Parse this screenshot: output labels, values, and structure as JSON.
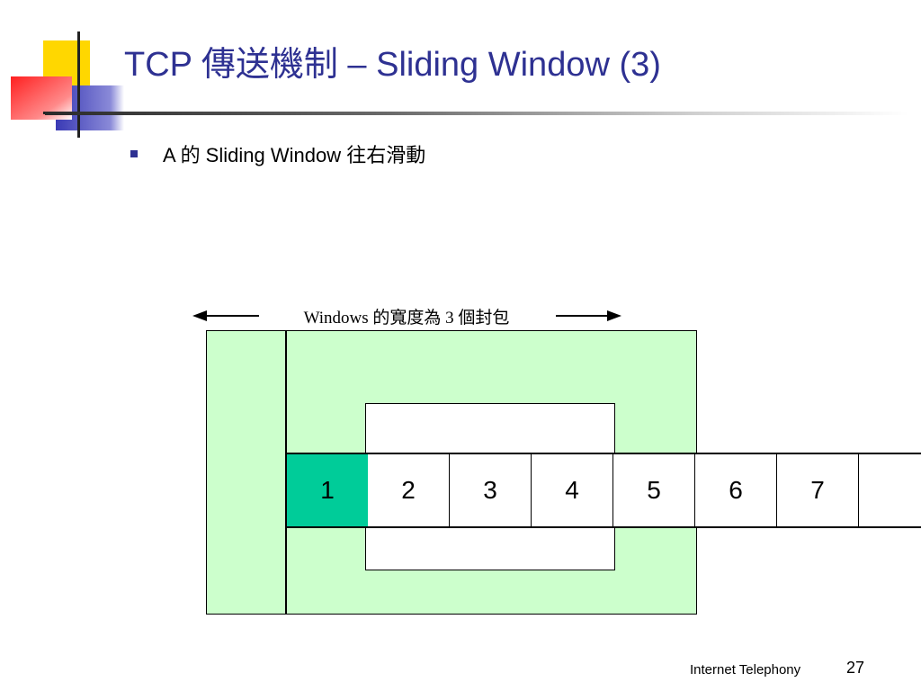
{
  "slide": {
    "title": "TCP 傳送機制 – Sliding Window (3)",
    "bullet": "A 的 Sliding Window 往右滑動"
  },
  "diagram": {
    "window_label": "Windows 的寬度為 3 個封包",
    "packets": [
      "1",
      "2",
      "3",
      "4",
      "5",
      "6",
      "7",
      ""
    ],
    "highlighted_packet": "1",
    "colors": {
      "outer_window": "#ccffcc",
      "highlight": "#00cc99",
      "title": "#2e3192"
    }
  },
  "footer": {
    "text": "Internet Telephony",
    "page_number": "27"
  }
}
